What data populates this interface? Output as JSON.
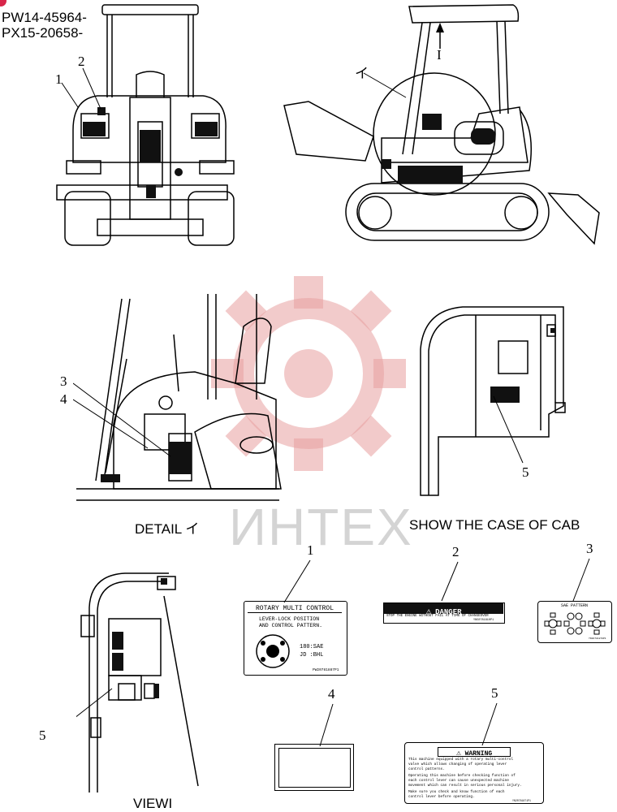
{
  "serials": [
    "PW14-45964-",
    "PX15-20658-"
  ],
  "callouts": {
    "front": [
      "1",
      "2"
    ],
    "side": [
      "イ",
      "I"
    ],
    "detail": [
      "3",
      "4"
    ],
    "cab": [
      "5"
    ],
    "labels": [
      "1",
      "2",
      "3",
      "4",
      "5"
    ],
    "view": [
      "5"
    ]
  },
  "captions": {
    "detail": "DETAIL イ",
    "cab": "SHOW THE CASE OF CAB",
    "view": "VIEWI"
  },
  "watermark": "ИНТЕХ",
  "label1": {
    "title": "ROTARY MULTI CONTROL",
    "line1": "LEVER-LOCK POSITION",
    "line2": "AND CONTROL PATTERN.",
    "opt1": "180:SAE",
    "opt2": "JD :BHL",
    "code": "PW20781887P1"
  },
  "label2": {
    "title": "DANGER",
    "text": "STOP THE ENGINE WITHOUT FAIL AT TIME OF CHANGEOVER",
    "code": "YN50781810P1"
  },
  "label3": {
    "title": "SAE PATTERN",
    "code": "YN20781870P1"
  },
  "label5": {
    "title": "WARNING",
    "lines": [
      "This machine equipped with a rotary multi-control",
      "valve which allows changing of operating lever",
      "control patterns.",
      "Operating this machine before checking function of",
      "each control lever can cause unexpected machine",
      "movement which can result in serious personal injury.",
      "Make sure you check and know function of each",
      "control lever before operating."
    ],
    "code": "YN20781871P1"
  },
  "colors": {
    "line": "#000000",
    "watermark": "#e8a0a0"
  }
}
